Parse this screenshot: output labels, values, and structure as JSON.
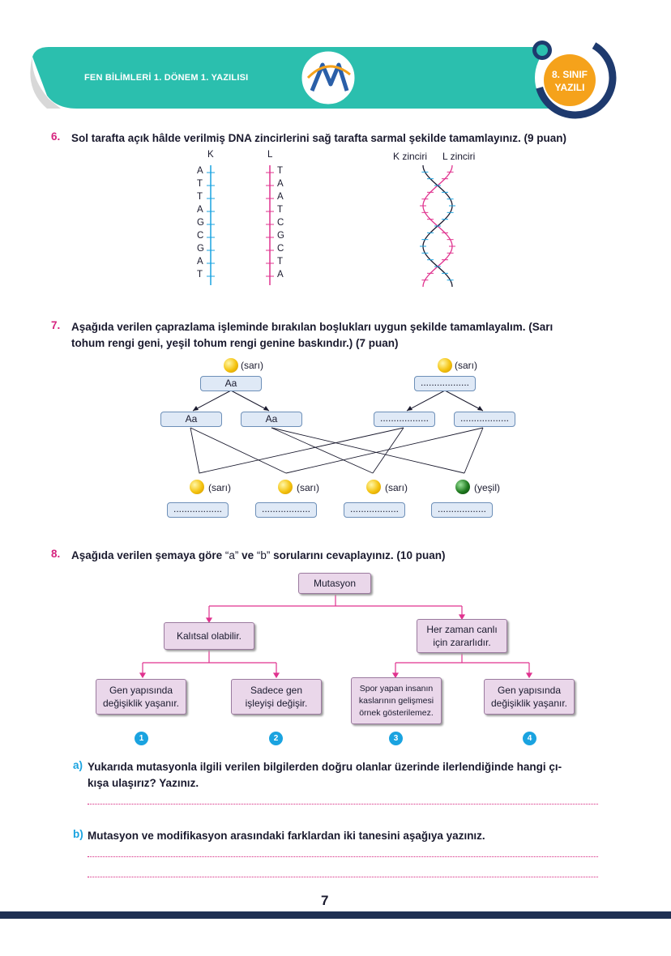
{
  "header": {
    "title": "FEN BİLİMLERİ 1. DÖNEM 1. YAZILISI",
    "badge_line1": "8. SINIF",
    "badge_line2": "YAZILI",
    "accent": "#2bbfae"
  },
  "q6": {
    "num": "6.",
    "text": "Sol tarafta açık hâlde verilmiş DNA zincirlerini sağ tarafta sarmal şekilde tamamlayınız. (9 puan)",
    "k_label": "K",
    "l_label": "L",
    "k_bases": [
      "A",
      "T",
      "T",
      "A",
      "G",
      "C",
      "G",
      "A",
      "T"
    ],
    "l_bases": [
      "T",
      "A",
      "A",
      "T",
      "C",
      "G",
      "C",
      "T",
      "A"
    ],
    "helix_k_label": "K zinciri",
    "helix_l_label": "L zinciri"
  },
  "q7": {
    "num": "7.",
    "text_line1": "Aşağıda verilen çaprazlama işleminde bırakılan boşlukları uygun şekilde tamamlayalım. (Sarı",
    "text_line2": "tohum rengi geni, yeşil tohum rengi genine baskındır.) (7 puan)",
    "parent1_label": "(sarı)",
    "parent1_genotype": "Aa",
    "parent2_label": "(sarı)",
    "parent2_genotype": "..................",
    "gamete1": "Aa",
    "gamete2": "Aa",
    "gamete3": "..................",
    "gamete4": "..................",
    "offspring": [
      {
        "label": "(sarı)",
        "box": ".................."
      },
      {
        "label": "(sarı)",
        "box": ".................."
      },
      {
        "label": "(sarı)",
        "box": ".................."
      },
      {
        "label": "(yeşil)",
        "box": ".................."
      }
    ]
  },
  "q8": {
    "num": "8.",
    "text_pre": "Aşağıda verilen şemaya göre ",
    "text_a": "“a”",
    "text_mid": " ve ",
    "text_b": "“b”",
    "text_post": " sorularını cevaplayınız. (10 puan)",
    "root": "Mutasyon",
    "left": "Kalıtsal olabilir.",
    "right_line1": "Her zaman canlı",
    "right_line2": "için zararlıdır.",
    "leaf1_l1": "Gen yapısında",
    "leaf1_l2": "değişiklik yaşanır.",
    "leaf2_l1": "Sadece gen",
    "leaf2_l2": "işleyişi değişir.",
    "leaf3_l1": "Spor yapan insanın",
    "leaf3_l2": "kaslarının gelişmesi",
    "leaf3_l3": "örnek gösterilemez.",
    "leaf4_l1": "Gen yapısında",
    "leaf4_l2": "değişiklik yaşanır.",
    "badges": [
      "1",
      "2",
      "3",
      "4"
    ],
    "a_label": "a)",
    "a_line1": "Yukarıda mutasyonla ilgili verilen bilgilerden doğru olanlar üzerinde ilerlendiğinde hangi çı-",
    "a_line2": "kışa ulaşırız? Yazınız.",
    "b_label": "b)",
    "b_text": "Mutasyon ve modifikasyon arasındaki farklardan iki tanesini aşağıya yazınız."
  },
  "page_number": "7"
}
